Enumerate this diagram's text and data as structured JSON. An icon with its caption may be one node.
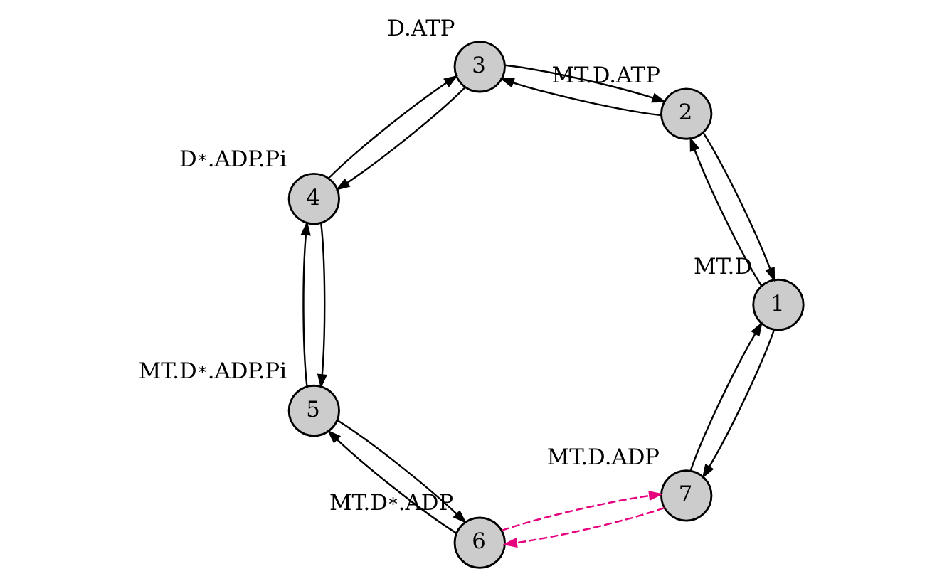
{
  "diagram": {
    "nodes": [
      {
        "text": [
          "1"
        ],
        "beside": [
          "MT.D"
        ]
      },
      {
        "text": [
          "2"
        ],
        "beside": [
          "MT.D.ATP"
        ]
      },
      {
        "text": [
          "3"
        ],
        "beside": [
          "D.ATP"
        ]
      },
      {
        "text": [
          "4"
        ],
        "beside": [
          "D$^{*}$.ADP.Pi"
        ]
      },
      {
        "text": [
          "5"
        ],
        "beside": [
          "MT.D$^{*}$.ADP.Pi"
        ]
      },
      {
        "text": [
          "6"
        ],
        "beside": [
          "MT.D$^{*}$.ADP"
        ]
      },
      {
        "text": [
          "7"
        ],
        "beside": [
          "MT.D.ADP"
        ]
      }
    ],
    "edges": [
      {
        "from": 6,
        "to": 0,
        "arrow": "to"
      },
      {
        "from": 0,
        "to": 6,
        "arrow": "to"
      },
      {
        "from": 0,
        "to": 1,
        "arrow": "to"
      },
      {
        "from": 1,
        "to": 0,
        "arrow": "to"
      },
      {
        "from": 1,
        "to": 2,
        "arrow": "to"
      },
      {
        "from": 2,
        "to": 1,
        "arrow": "to"
      },
      {
        "from": 2,
        "to": 3,
        "arrow": "to"
      },
      {
        "from": 3,
        "to": 2,
        "arrow": "to"
      },
      {
        "from": 3,
        "to": 4,
        "arrow": "to"
      },
      {
        "from": 4,
        "to": 3,
        "arrow": "to"
      },
      {
        "from": 4,
        "to": 5,
        "arrow": "to"
      },
      {
        "from": 5,
        "to": 4,
        "arrow": "to"
      },
      {
        "from": 5,
        "to": 6,
        "arrow": "to",
        "style": "dashed",
        "color": "#e6007e"
      },
      {
        "from": 6,
        "to": 5,
        "arrow": "to",
        "style": "dashed",
        "color": "#e6007e"
      }
    ]
  }
}
